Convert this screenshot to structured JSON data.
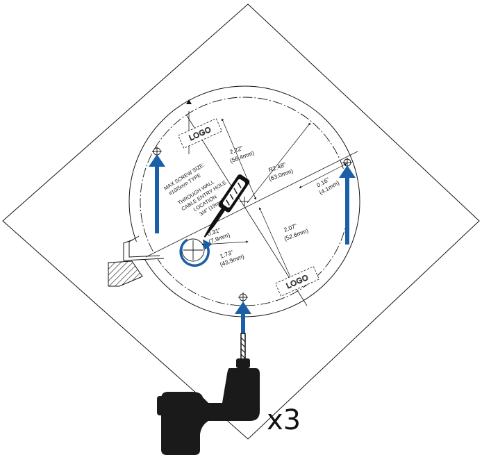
{
  "template": {
    "logo_top": "LOGO",
    "logo_bottom": "LOGO",
    "screw_note": [
      "MAX SCREW SIZE:",
      "#10/5mm TYPE"
    ],
    "cable_note": [
      "THROUGH WALL",
      "CABLE ENTRY HOLE",
      "LOCATION",
      "3/4\" (19mm)"
    ],
    "dims": {
      "d1_in": "2.22\"",
      "d1_mm": "(56.4mm)",
      "r_in": "R2.48\"",
      "r_mm": "(63.0mm)",
      "d2_in": "0.16\"",
      "d2_mm": "(4.1mm)",
      "d3_in": "0.31\"",
      "d3_mm": "(7.9mm)",
      "d4_in": "1.73\"",
      "d4_mm": "(43.9mm)",
      "d5_in": "2.07\"",
      "d5_mm": "(52.6mm)"
    }
  },
  "instruction": {
    "multiplier": "x3"
  },
  "colors": {
    "arrow": "#1a5fa8",
    "line": "#111111",
    "tool": "#1a1a1a"
  },
  "icons": [
    "drill-icon",
    "screwdriver-icon",
    "rotate-arrow-icon"
  ]
}
